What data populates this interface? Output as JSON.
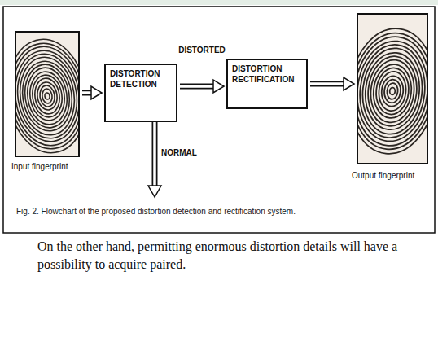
{
  "diagram": {
    "caption": "Fig. 2. Flowchart of the proposed distortion detection and rectification system.",
    "nodes": [
      {
        "text": [
          "Input fingerprint"
        ]
      },
      {
        "text": [
          "DISTORTION DETECTION"
        ]
      },
      {
        "text": [
          "DISTORTION RECTIFICATION"
        ]
      },
      {
        "text": [
          "Output fingerprint"
        ]
      }
    ],
    "edges": [
      {
        "from": 0,
        "to": 1,
        "arrow": "to"
      },
      {
        "from": 1,
        "to": 2,
        "arrow": "to",
        "label": "DISTORTED"
      },
      {
        "from": 2,
        "to": 3,
        "arrow": "to"
      }
    ],
    "labels": [
      "NORMAL",
      "On the other hand, permitting enormous distortion details will have a possibility to acquire paired."
    ]
  }
}
